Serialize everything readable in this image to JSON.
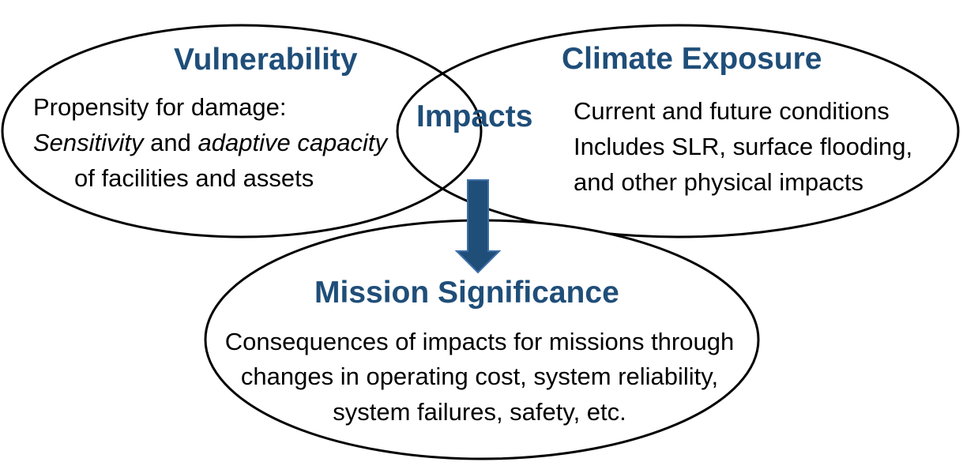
{
  "colors": {
    "title": "#1F4E79",
    "text": "#000000",
    "outline": "#000000",
    "arrow_fill": "#1F4E79",
    "arrow_edge": "#3E6FA6"
  },
  "vulnerability": {
    "title": "Vulnerability",
    "line1": "Propensity for damage:",
    "line2_italic_a": "Sensitivity",
    "line2_mid": " and ",
    "line2_italic_b": "adaptive capacity",
    "line3": "of facilities and assets"
  },
  "exposure": {
    "title": "Climate Exposure",
    "lines": [
      "Current and future conditions",
      "Includes SLR, surface flooding,",
      "and other physical impacts"
    ]
  },
  "impacts": {
    "title": "Impacts"
  },
  "mission": {
    "title": "Mission Significance",
    "lines": [
      "Consequences of impacts for missions through",
      "changes in operating cost, system reliability,",
      "system failures, safety, etc."
    ]
  }
}
